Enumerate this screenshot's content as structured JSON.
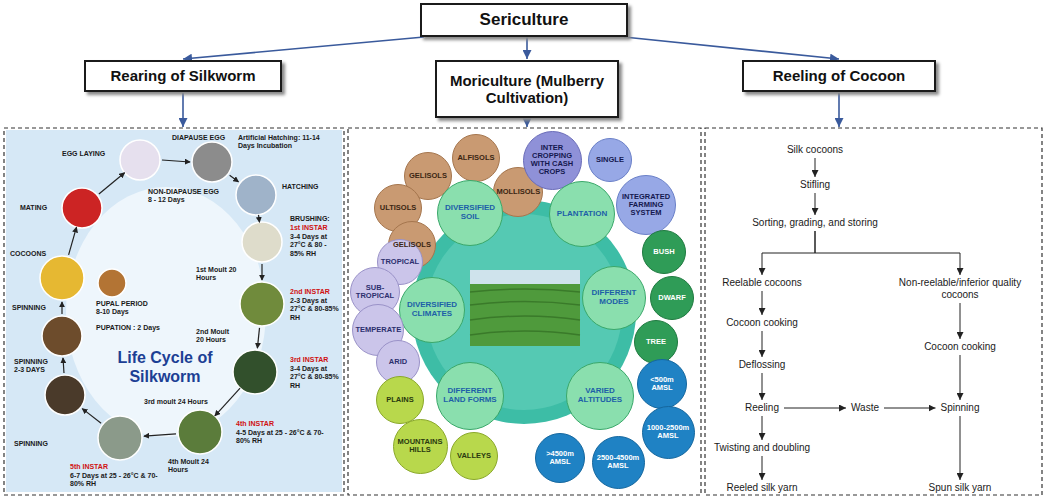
{
  "diagram": {
    "nodes": [
      {
        "text": [
          "Sericulture"
        ]
      },
      {
        "text": [
          "Rearing of Silkworm"
        ]
      },
      {
        "text": [
          "Moriculture (Mulberry Cultivation)"
        ]
      },
      {
        "text": [
          "Reeling of Cocoon"
        ]
      },
      {
        "text": [
          "GELISOLS"
        ]
      },
      {
        "text": [
          "ALFISOLS"
        ]
      },
      {
        "text": [
          "ULTISOLS"
        ]
      },
      {
        "text": [
          "MOLLISOLS"
        ]
      },
      {
        "text": [
          "GELISOLS"
        ]
      },
      {
        "text": [
          "DIVERSIFIED SOIL"
        ]
      },
      {
        "text": [
          "INTER CROPPING WITH CASH CROPS"
        ]
      },
      {
        "text": [
          "SINGLE"
        ]
      },
      {
        "text": [
          "PLANTATION"
        ]
      },
      {
        "text": [
          "INTEGRATED FARMING SYSTEM"
        ]
      },
      {
        "text": [
          "TROPICAL"
        ]
      },
      {
        "text": [
          "SUB-TROPICAL"
        ]
      },
      {
        "text": [
          "DIVERSIFIED CLIMATES"
        ]
      },
      {
        "text": [
          "TEMPERATE"
        ]
      },
      {
        "text": [
          "ARID"
        ]
      },
      {
        "text": [
          "BUSH"
        ]
      },
      {
        "text": [
          "DIFFERENT MODES"
        ]
      },
      {
        "text": [
          "DWARF"
        ]
      },
      {
        "text": [
          "TREE"
        ]
      },
      {
        "text": [
          "<500m AMSL"
        ]
      },
      {
        "text": [
          "PLAINS"
        ]
      },
      {
        "text": [
          "DIFFERENT LAND FORMS"
        ]
      },
      {
        "text": [
          "VARIED ALTITUDES"
        ]
      },
      {
        "text": [
          "1000-2500m AMSL"
        ]
      },
      {
        "text": [
          "MOUNTAINS HILLS"
        ]
      },
      {
        "text": [
          "VALLEYS"
        ]
      },
      {
        "text": [
          ">4500m AMSL"
        ]
      },
      {
        "text": [
          "2500-4500m AMSL"
        ]
      },
      {
        "text": [
          "Silk cocoons"
        ]
      },
      {
        "text": [
          "Stifling"
        ]
      },
      {
        "text": [
          "Sorting, grading, and storing"
        ]
      },
      {
        "text": [
          "Reelable cocoons"
        ]
      },
      {
        "text": [
          "Non-reelable/inferior quality cocoons"
        ]
      },
      {
        "text": [
          "Cocoon cooking"
        ]
      },
      {
        "text": [
          "Deflossing"
        ]
      },
      {
        "text": [
          "Cocoon cooking"
        ]
      },
      {
        "text": [
          "Reeling"
        ]
      },
      {
        "text": [
          "Waste"
        ]
      },
      {
        "text": [
          "Spinning"
        ]
      },
      {
        "text": [
          "Twisting and doubling"
        ]
      },
      {
        "text": [
          "Reeled silk yarn"
        ]
      },
      {
        "text": [
          "Spun silk yarn"
        ]
      }
    ],
    "edges": [
      {
        "from": 0,
        "to": 1,
        "arrow": "to"
      },
      {
        "from": 0,
        "to": 2,
        "arrow": "to"
      },
      {
        "from": 0,
        "to": 3,
        "arrow": "to"
      },
      {
        "from": 32,
        "to": 33,
        "arrow": "to"
      },
      {
        "from": 33,
        "to": 34,
        "arrow": "to"
      },
      {
        "from": 34,
        "to": 35,
        "arrow": "to"
      },
      {
        "from": 34,
        "to": 36,
        "arrow": "to"
      },
      {
        "from": 35,
        "to": 37,
        "arrow": "to"
      },
      {
        "from": 37,
        "to": 38,
        "arrow": "to"
      },
      {
        "from": 38,
        "to": 40,
        "arrow": "to"
      },
      {
        "from": 40,
        "to": 43,
        "arrow": "to"
      },
      {
        "from": 43,
        "to": 44,
        "arrow": "to"
      },
      {
        "from": 36,
        "to": 39,
        "arrow": "to"
      },
      {
        "from": 39,
        "to": 42,
        "arrow": "to"
      },
      {
        "from": 42,
        "to": 45,
        "arrow": "to"
      },
      {
        "from": 40,
        "to": 41,
        "arrow": "to"
      },
      {
        "from": 41,
        "to": 42,
        "arrow": "to"
      }
    ],
    "labels": [
      "DIAPAUSE EGG",
      "Artificial Hatching: 11-14 Days Incubation",
      "EGG LAYING",
      "HATCHING",
      "NON-DIAPAUSE EGG 8 - 12 Days",
      "MATING",
      "BRUSHING:",
      "1st INSTAR",
      "3-4 Days at 27°C & 80 - 85% RH",
      "COCOONS",
      "1st Moult 20 Hours",
      "PUPAL PERIOD 8-10 Days",
      "2nd INSTAR",
      "2-3 Days at 27°C & 80-85% RH",
      "SPINNING",
      "PUPATION : 2 Days",
      "2nd Moult 20 Hours",
      "Life Cycle of Silkworm",
      "SPINNING 2-3 DAYS",
      "3rd INSTAR",
      "3-4 Days at 27°C & 80-85% RH",
      "3rd moult 24 Hours",
      "5th INSTAR",
      "4th INSTAR",
      "4-5 Days at 25 - 26°C & 70-80% RH",
      "SPINNING",
      "4th Moult 24 Hours",
      "6-7 Days at 25 - 26°C & 70-80% RH"
    ]
  }
}
